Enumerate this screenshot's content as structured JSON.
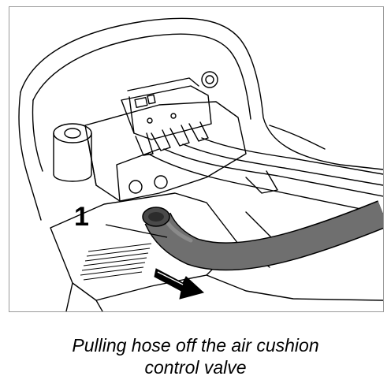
{
  "figure": {
    "callout_number": "1",
    "caption_line_1": "Pulling hose off the air cushion",
    "caption_line_2": "control valve",
    "colors": {
      "line": "#000000",
      "hose": "#6f6f6f",
      "hose_dark": "#4a4a4a",
      "frame": "#9a9a9a"
    },
    "icons": [
      "pull-direction-arrow-icon"
    ]
  }
}
